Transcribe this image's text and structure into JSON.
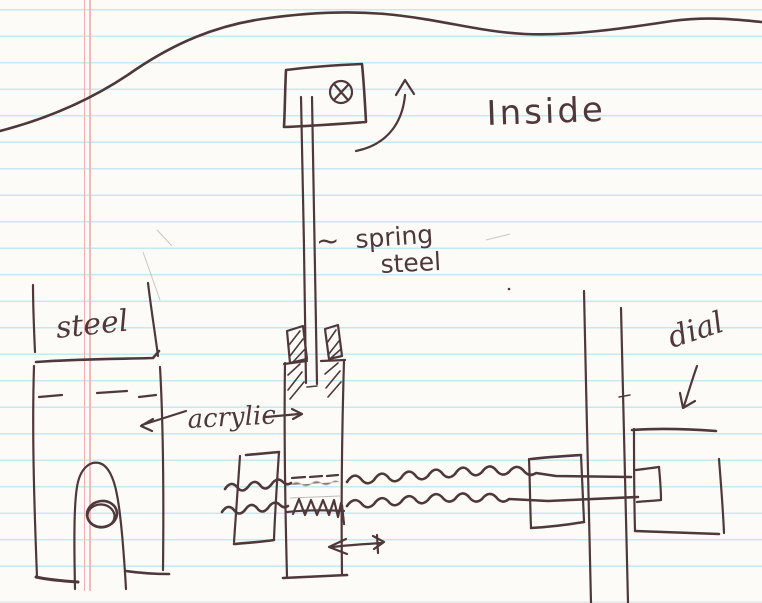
{
  "labels": {
    "inside": "Inside",
    "spring_tilde": "~",
    "spring_line1": "spring",
    "spring_line2": "steel",
    "steel": "steel",
    "acrylic": "acrylic",
    "dial": "dial"
  },
  "icons": {
    "circled_cross": "circled-cross"
  },
  "colors": {
    "ink": "#4f383b",
    "paper": "#fcfbf7",
    "ruled_line_blue": "#c7e7f1",
    "margin_line_red": "#f2aeb0"
  }
}
